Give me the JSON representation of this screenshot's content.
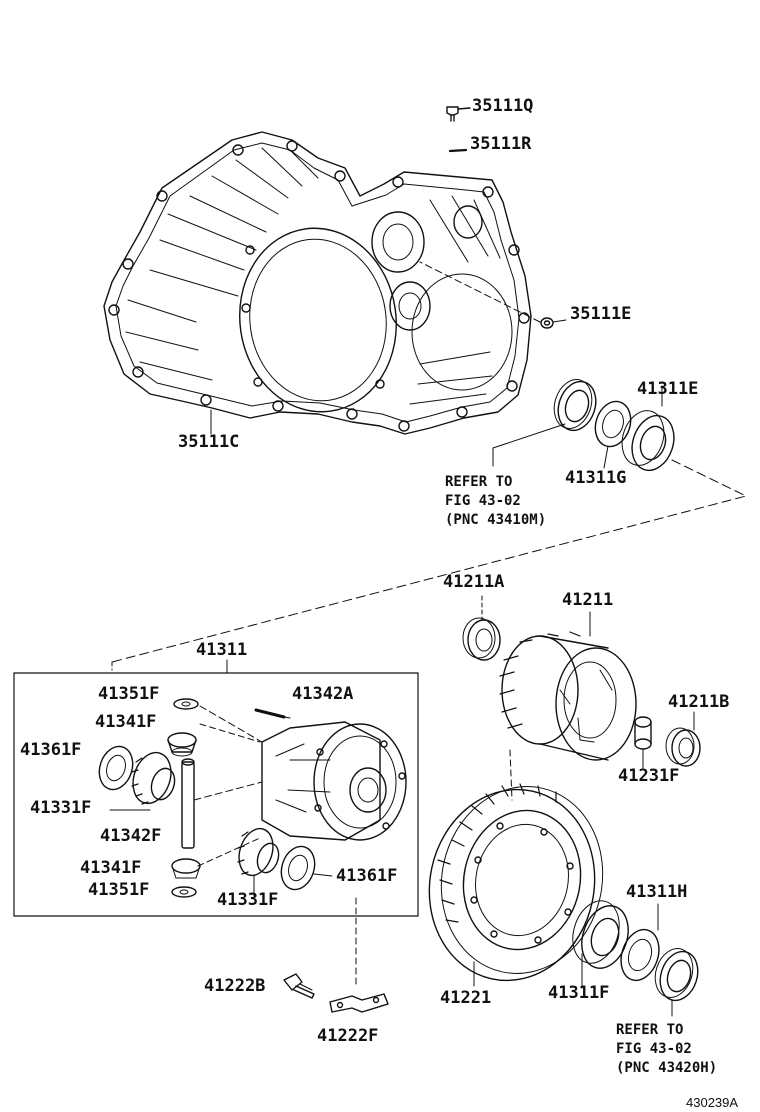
{
  "colors": {
    "ink": "#111111",
    "paper": "#ffffff"
  },
  "parts": {
    "p35111Q": "35111Q",
    "p35111R": "35111R",
    "p35111E": "35111E",
    "p35111C": "35111C",
    "p41311E": "41311E",
    "p41311G": "41311G",
    "p41211A": "41211A",
    "p41211": "41211",
    "p41311": "41311",
    "p41211B": "41211B",
    "p41351F_top": "41351F",
    "p41342A": "41342A",
    "p41341F_top": "41341F",
    "p41361F_left": "41361F",
    "p41231F": "41231F",
    "p41331F_left": "41331F",
    "p41342F": "41342F",
    "p41341F_bottom": "41341F",
    "p41361F_right": "41361F",
    "p41351F_bottom": "41351F",
    "p41331F_bottom": "41331F",
    "p41311H": "41311H",
    "p41222B": "41222B",
    "p41221": "41221",
    "p41311F": "41311F",
    "p41222F": "41222F"
  },
  "notes": {
    "upper": {
      "line1": "REFER TO",
      "line2": "FIG 43-02",
      "line3": "(PNC 43410M)"
    },
    "lower": {
      "line1": "REFER TO",
      "line2": "FIG 43-02",
      "line3": "(PNC 43420H)"
    }
  },
  "figure_id": "430239A"
}
